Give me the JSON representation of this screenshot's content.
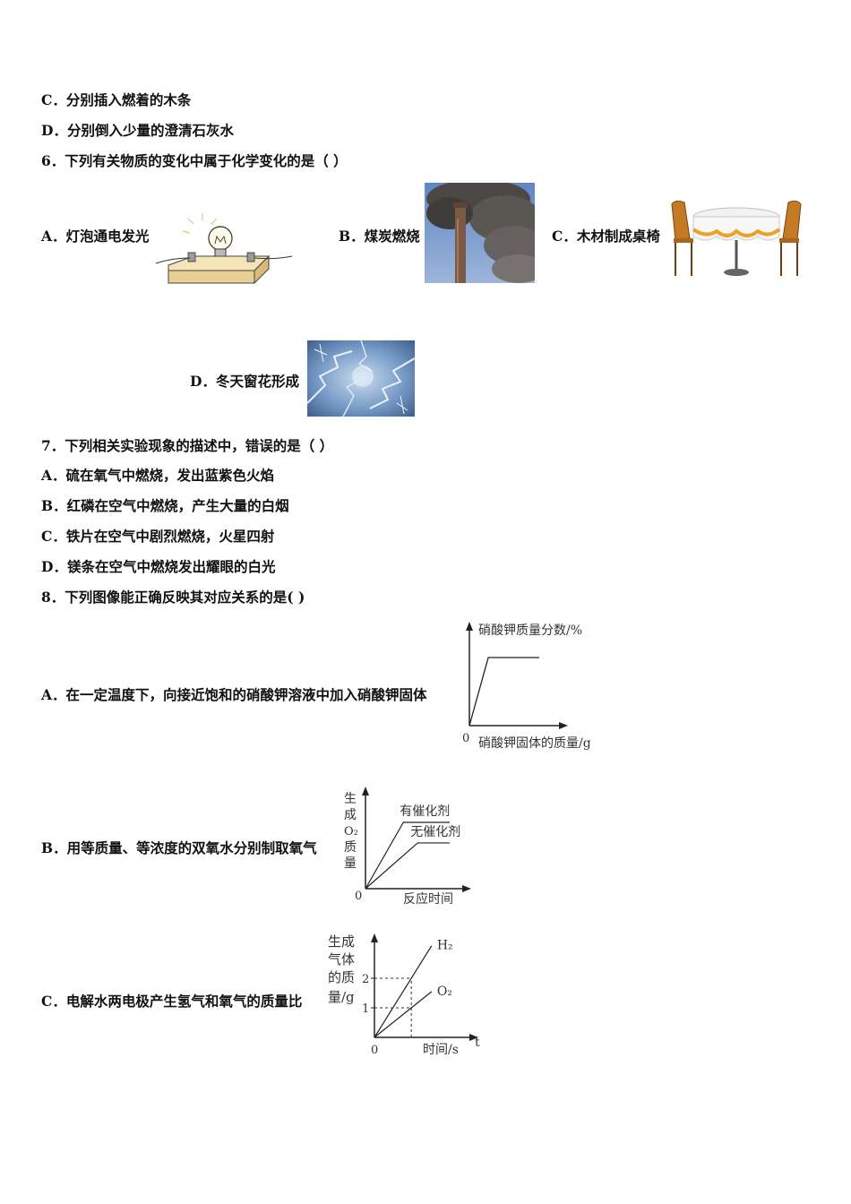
{
  "q5": {
    "option_c": "C．分别插入燃着的木条",
    "option_d": "D．分别倒入少量的澄清石灰水"
  },
  "q6": {
    "stem": "6．下列有关物质的变化中属于化学变化的是（    ）",
    "option_a": "A．灯泡通电发光",
    "option_b": "B．煤炭燃烧",
    "option_c": "C．木材制成桌椅",
    "option_d": "D．冬天窗花形成"
  },
  "q7": {
    "stem": "7．下列相关实验现象的描述中，错误的是（    ）",
    "option_a": "A．硫在氧气中燃烧，发出蓝紫色火焰",
    "option_b": "B．红磷在空气中燃烧，产生大量的白烟",
    "option_c": "C．铁片在空气中剧烈燃烧，火星四射",
    "option_d": "D．镁条在空气中燃烧发出耀眼的白光"
  },
  "q8": {
    "stem": "8．下列图像能正确反映其对应关系的是(    )",
    "option_a": "A．在一定温度下，向接近饱和的硝酸钾溶液中加入硝酸钾固体",
    "option_b": "B．用等质量、等浓度的双氧水分别制取氧气",
    "option_c": "C．电解水两电极产生氢气和氧气的质量比"
  },
  "chart_data": [
    {
      "type": "line",
      "ylabel": "硝酸钾质量分数/%",
      "xlabel": "硝酸钾固体的质量/g",
      "origin": "0",
      "series": [
        {
          "x": [
            0,
            0.27,
            1.0
          ],
          "y": [
            0,
            1.0,
            1.0
          ]
        }
      ]
    },
    {
      "type": "line",
      "ylabel": [
        "生",
        "成",
        "O₂",
        "质",
        "量"
      ],
      "xlabel": "反应时间",
      "origin": "0",
      "series": [
        {
          "name": "有催化剂",
          "x": [
            0,
            0.45,
            1.0
          ],
          "y": [
            0,
            1.0,
            1.0
          ]
        },
        {
          "name": "无催化剂",
          "x": [
            0,
            0.62,
            1.0
          ],
          "y": [
            0,
            0.69,
            0.69
          ]
        }
      ]
    },
    {
      "type": "line",
      "ylabel": [
        "生成",
        "气体",
        "的质",
        "量/g"
      ],
      "xlabel": "时间/s",
      "x_axis_symbol": "t",
      "origin": "0",
      "yticks": [
        "1",
        "2"
      ],
      "series": [
        {
          "name": "H₂",
          "x": [
            0,
            0.71
          ],
          "y": [
            0,
            2
          ]
        },
        {
          "name": "O₂",
          "x": [
            0,
            0.71
          ],
          "y": [
            0,
            1
          ]
        }
      ]
    }
  ],
  "colors": {
    "text": "#111111",
    "axis": "#222222",
    "pic_sky": "#6f8fbf",
    "pic_smoke": "#5a5652",
    "pic_frost": "#5c7fa8"
  }
}
